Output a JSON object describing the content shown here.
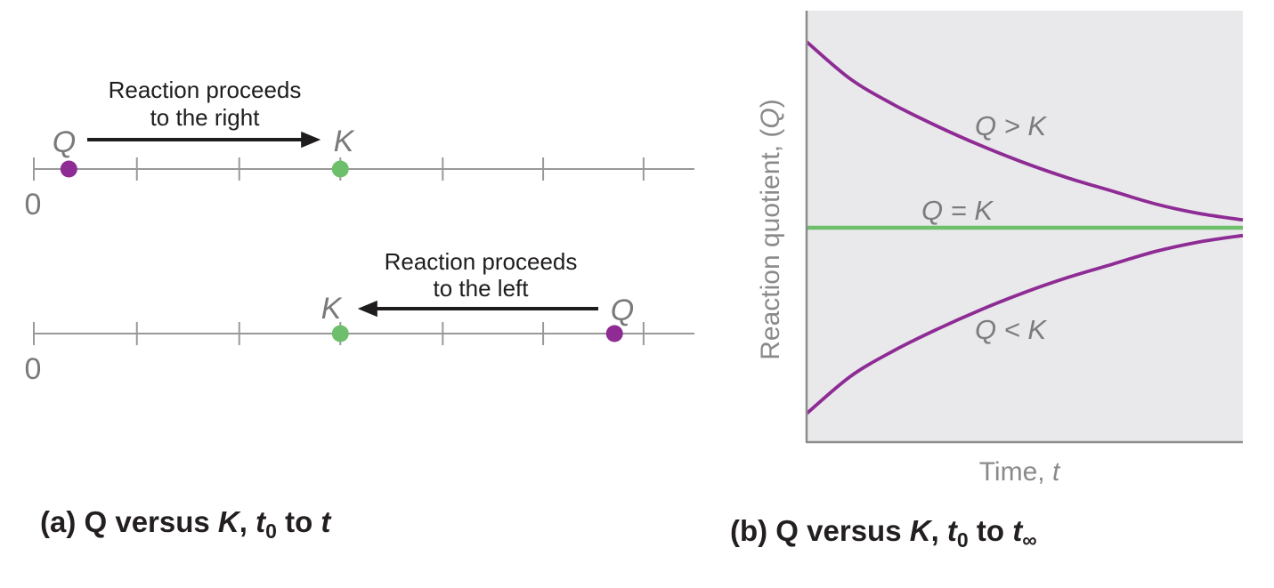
{
  "colors": {
    "purple": "#8e2b94",
    "green": "#6dbf6b",
    "number_line_gray": "#999999",
    "axis_gray": "#8c8c8c",
    "plot_background": "#e9e9eb",
    "label_gray": "#7c7c7c",
    "text_black": "#231f20"
  },
  "panel_a": {
    "top": {
      "label1": "Reaction proceeds",
      "label2": "to the right",
      "q": "Q",
      "k": "K",
      "zero": "0"
    },
    "bottom": {
      "label1": "Reaction proceeds",
      "label2": "to the left",
      "q": "Q",
      "k": "K",
      "zero": "0"
    },
    "caption": {
      "p1": "(a) Q versus ",
      "k": "K",
      "p2": ", ",
      "t": "t",
      "sub": "0",
      "p3": " to ",
      "t2": "t"
    }
  },
  "panel_b": {
    "plot_labels": {
      "q_gt_k": "Q > K",
      "q_eq_k": "Q = K",
      "q_lt_k": "Q < K"
    },
    "ylabel": {
      "prefix": "Reaction quotient, (",
      "q": "Q",
      "suffix": ")"
    },
    "xlabel": {
      "prefix": "Time, ",
      "t": "t"
    },
    "caption": {
      "p1": "(b) Q versus ",
      "k": "K",
      "p2": ", ",
      "t": "t",
      "sub": "0",
      "p3": " to ",
      "t2": "t",
      "inf": "∞"
    }
  },
  "chart_data": [
    {
      "type": "line",
      "title": "",
      "xlabel": "Time, t",
      "ylabel": "Reaction quotient, (Q)",
      "x_range": [
        0,
        1
      ],
      "y_range": [
        0,
        1
      ],
      "grid": false,
      "legend": "inline annotations",
      "annotations": [
        "Q > K",
        "Q = K",
        "Q < K"
      ],
      "series": [
        {
          "name": "Q > K",
          "color": "#8e2b94",
          "x": [
            0,
            0.1,
            0.2,
            0.3,
            0.4,
            0.5,
            0.6,
            0.7,
            0.8,
            0.9,
            1.0
          ],
          "y": [
            0.928,
            0.842,
            0.782,
            0.732,
            0.687,
            0.647,
            0.612,
            0.582,
            0.552,
            0.53,
            0.515
          ]
        },
        {
          "name": "Q = K",
          "color": "#6dbf6b",
          "x": [
            0,
            1.0
          ],
          "y": [
            0.497,
            0.497
          ]
        },
        {
          "name": "Q < K",
          "color": "#8e2b94",
          "x": [
            0,
            0.1,
            0.2,
            0.3,
            0.4,
            0.5,
            0.6,
            0.7,
            0.8,
            0.9,
            1.0
          ],
          "y": [
            0.066,
            0.152,
            0.212,
            0.262,
            0.307,
            0.347,
            0.382,
            0.412,
            0.442,
            0.464,
            0.479
          ]
        }
      ]
    },
    {
      "type": "number_line",
      "description": "Q lies left of K, reaction proceeds to the right",
      "axis_start_label": "0",
      "tick_fractions": [
        0,
        0.156,
        0.311,
        0.464,
        0.619,
        0.771,
        0.923
      ],
      "points": [
        {
          "label": "Q",
          "color": "#8e2b94",
          "frac": 0.053
        },
        {
          "label": "K",
          "color": "#6dbf6b",
          "frac": 0.464
        }
      ]
    },
    {
      "type": "number_line",
      "description": "Q lies right of K, reaction proceeds to the left",
      "axis_start_label": "0",
      "tick_fractions": [
        0,
        0.156,
        0.311,
        0.464,
        0.619,
        0.771,
        0.923
      ],
      "points": [
        {
          "label": "K",
          "color": "#6dbf6b",
          "frac": 0.464
        },
        {
          "label": "Q",
          "color": "#8e2b94",
          "frac": 0.879
        }
      ]
    }
  ]
}
